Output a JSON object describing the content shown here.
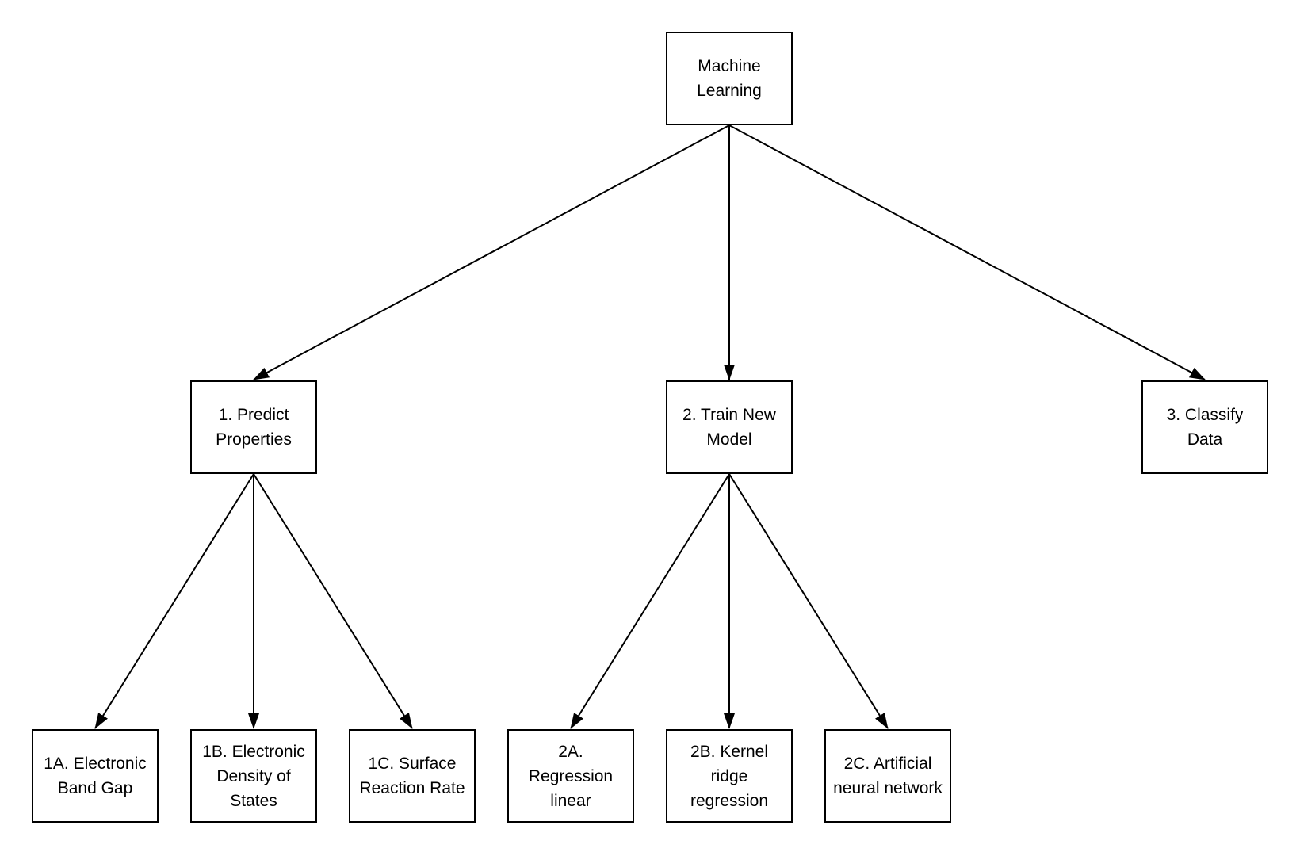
{
  "diagram": {
    "type": "tree-flowchart",
    "colors": {
      "background": "#ffffff",
      "node_fill": "#ffffff",
      "node_border": "#000000",
      "edge": "#000000",
      "text": "#000000"
    },
    "nodes": {
      "machine_learning": {
        "label": "Machine\nLearning"
      },
      "predict_properties": {
        "label": "1. Predict\nProperties"
      },
      "train_new_model": {
        "label": "2. Train New\nModel"
      },
      "classify_data": {
        "label": "3. Classify\nData"
      },
      "electronic_band_gap": {
        "label": "1A. Electronic\nBand Gap"
      },
      "electronic_density_states": {
        "label": "1B. Electronic\nDensity of\nStates"
      },
      "surface_reaction_rate": {
        "label": "1C. Surface\nReaction Rate"
      },
      "regression_linear": {
        "label": "2A.\nRegression\nlinear"
      },
      "kernel_ridge_regression": {
        "label": "2B. Kernel\nridge\nregression"
      },
      "artificial_neural_network": {
        "label": "2C. Artificial\nneural network"
      }
    },
    "edges": [
      {
        "from": "machine_learning",
        "to": "predict_properties"
      },
      {
        "from": "machine_learning",
        "to": "train_new_model"
      },
      {
        "from": "machine_learning",
        "to": "classify_data"
      },
      {
        "from": "predict_properties",
        "to": "electronic_band_gap"
      },
      {
        "from": "predict_properties",
        "to": "electronic_density_states"
      },
      {
        "from": "predict_properties",
        "to": "surface_reaction_rate"
      },
      {
        "from": "train_new_model",
        "to": "regression_linear"
      },
      {
        "from": "train_new_model",
        "to": "kernel_ridge_regression"
      },
      {
        "from": "train_new_model",
        "to": "artificial_neural_network"
      }
    ]
  }
}
